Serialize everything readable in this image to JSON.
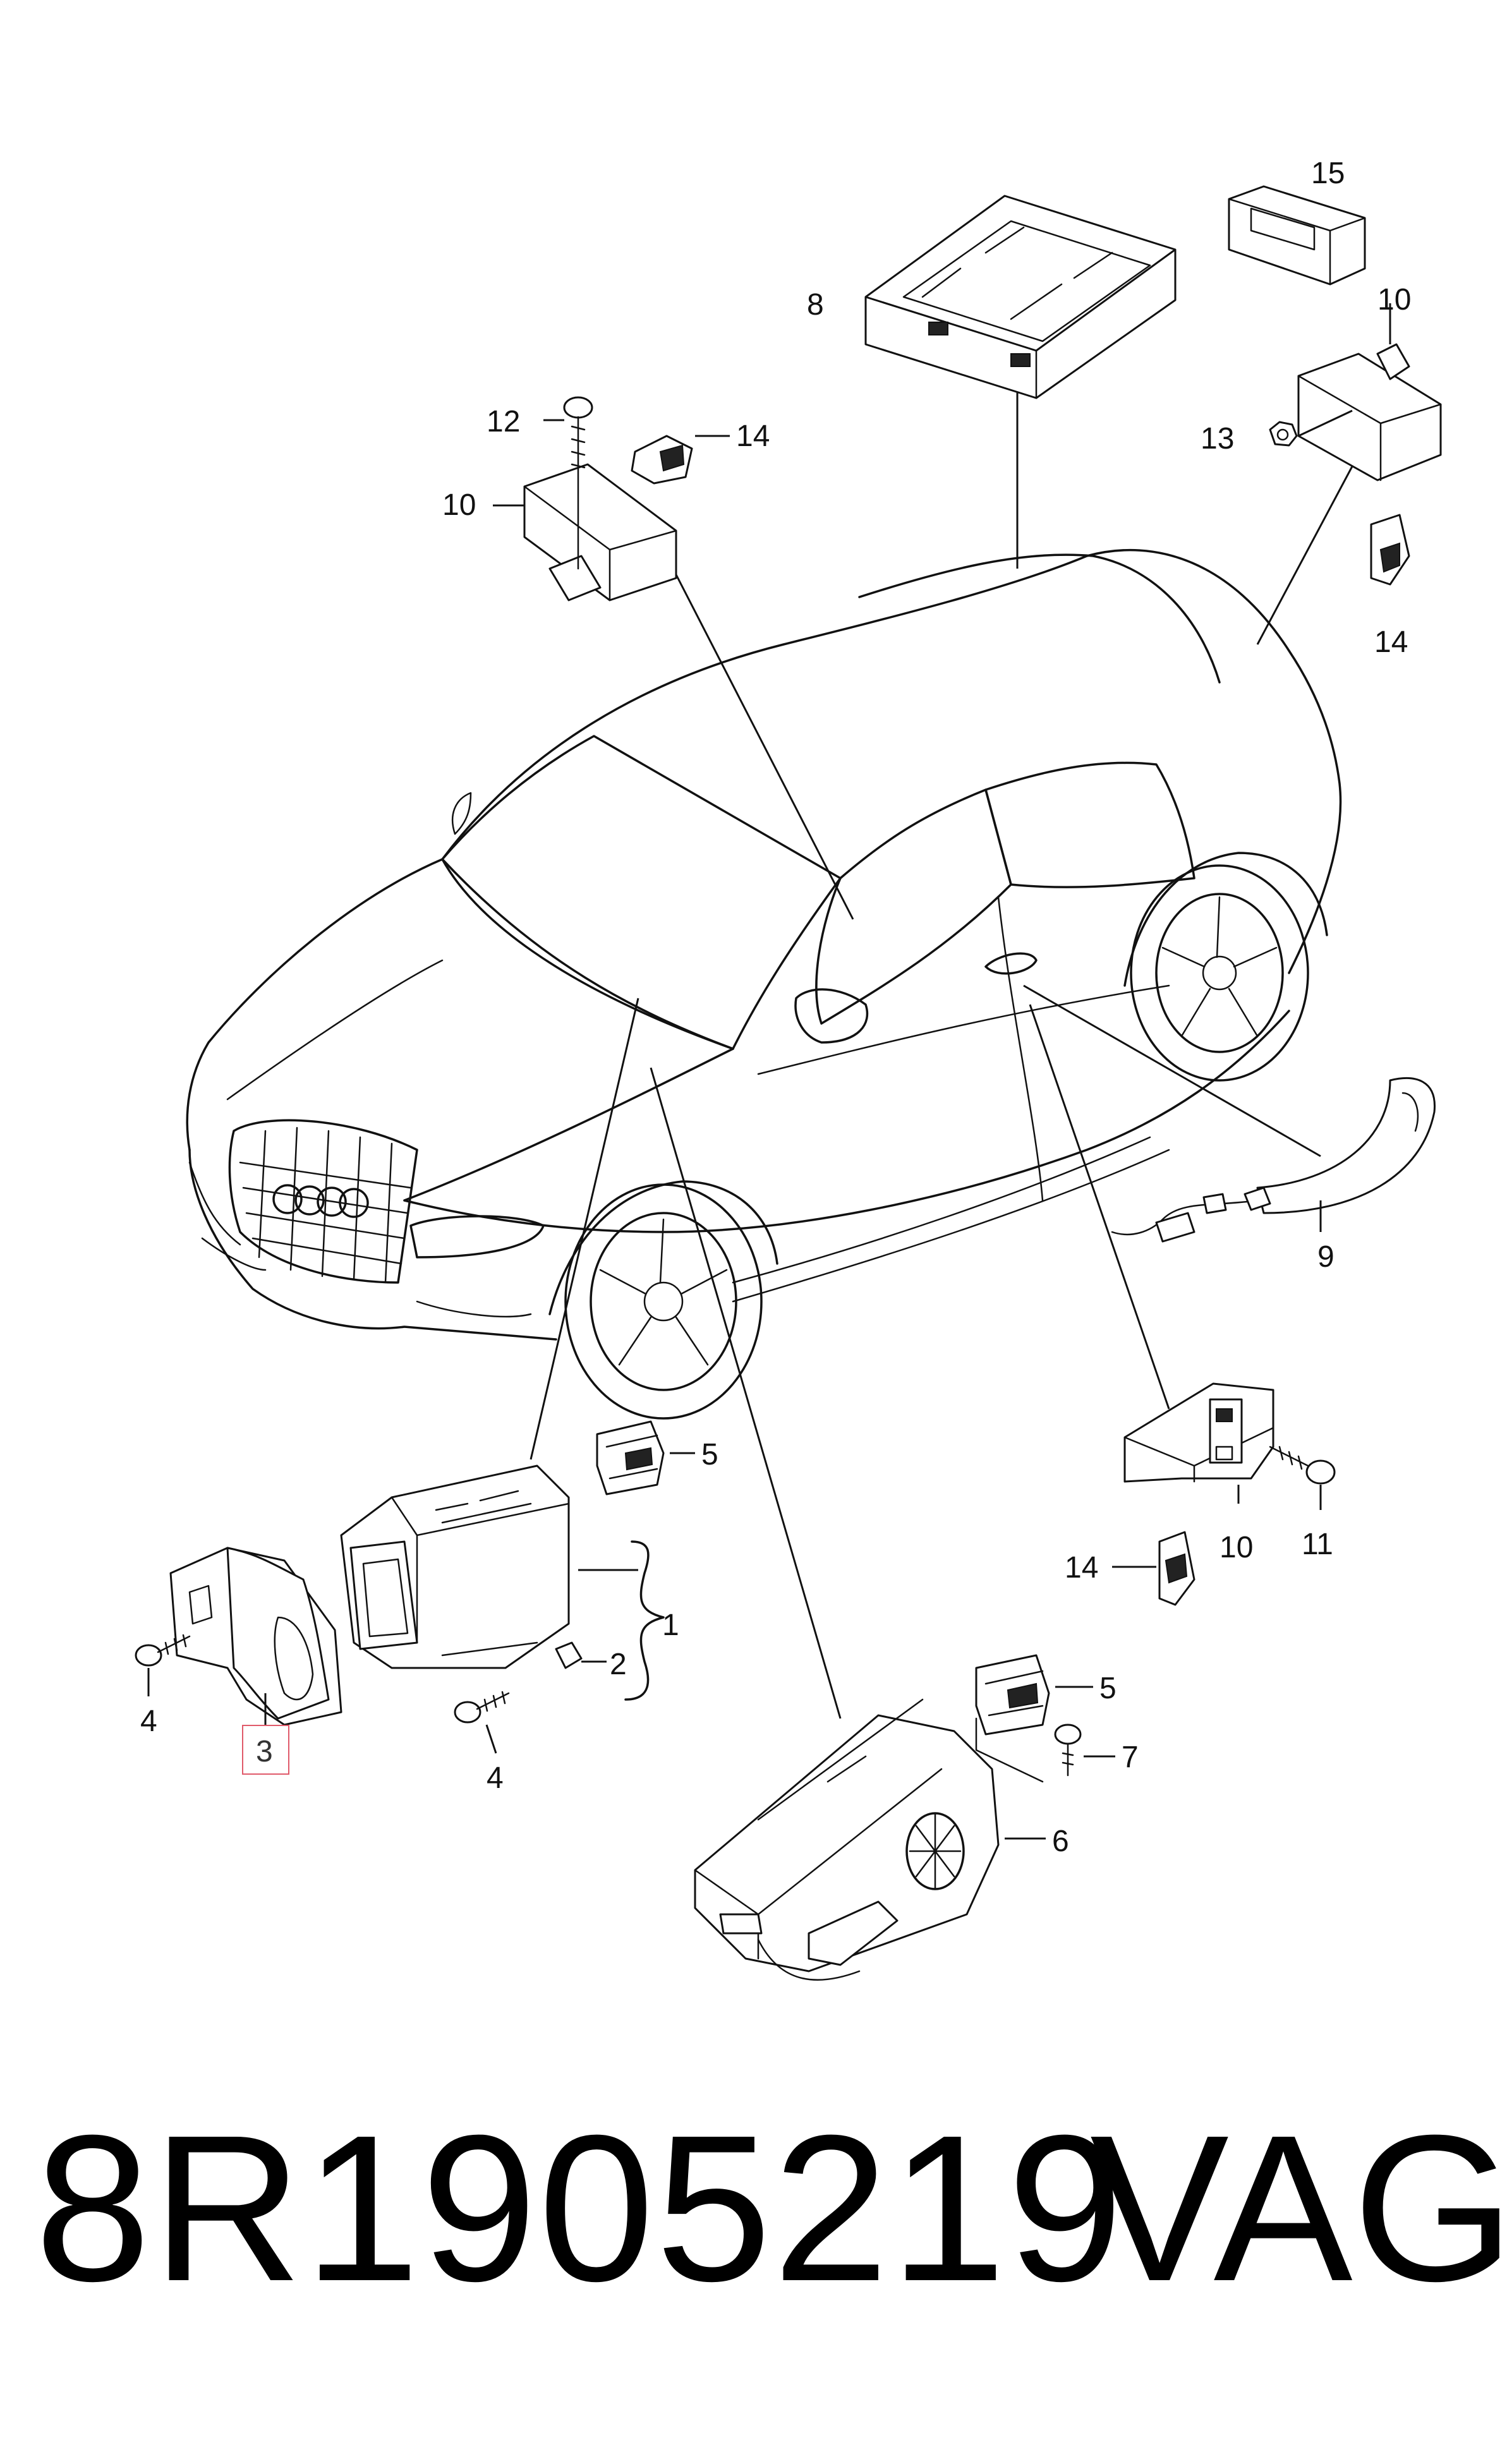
{
  "title": {
    "part_number": "8R1905219",
    "brand": "VAG"
  },
  "callouts": {
    "c1": "1",
    "c2": "2",
    "c3": "3",
    "c4a": "4",
    "c4b": "4",
    "c5a": "5",
    "c5b": "5",
    "c6": "6",
    "c7": "7",
    "c8": "8",
    "c9": "9",
    "c10a": "10",
    "c10b": "10",
    "c10c": "10",
    "c11": "11",
    "c12": "12",
    "c13": "13",
    "c14a": "14",
    "c14b": "14",
    "c14c": "14",
    "c15": "15"
  },
  "highlight": {
    "callout": "3",
    "color": "#e05a6a"
  }
}
